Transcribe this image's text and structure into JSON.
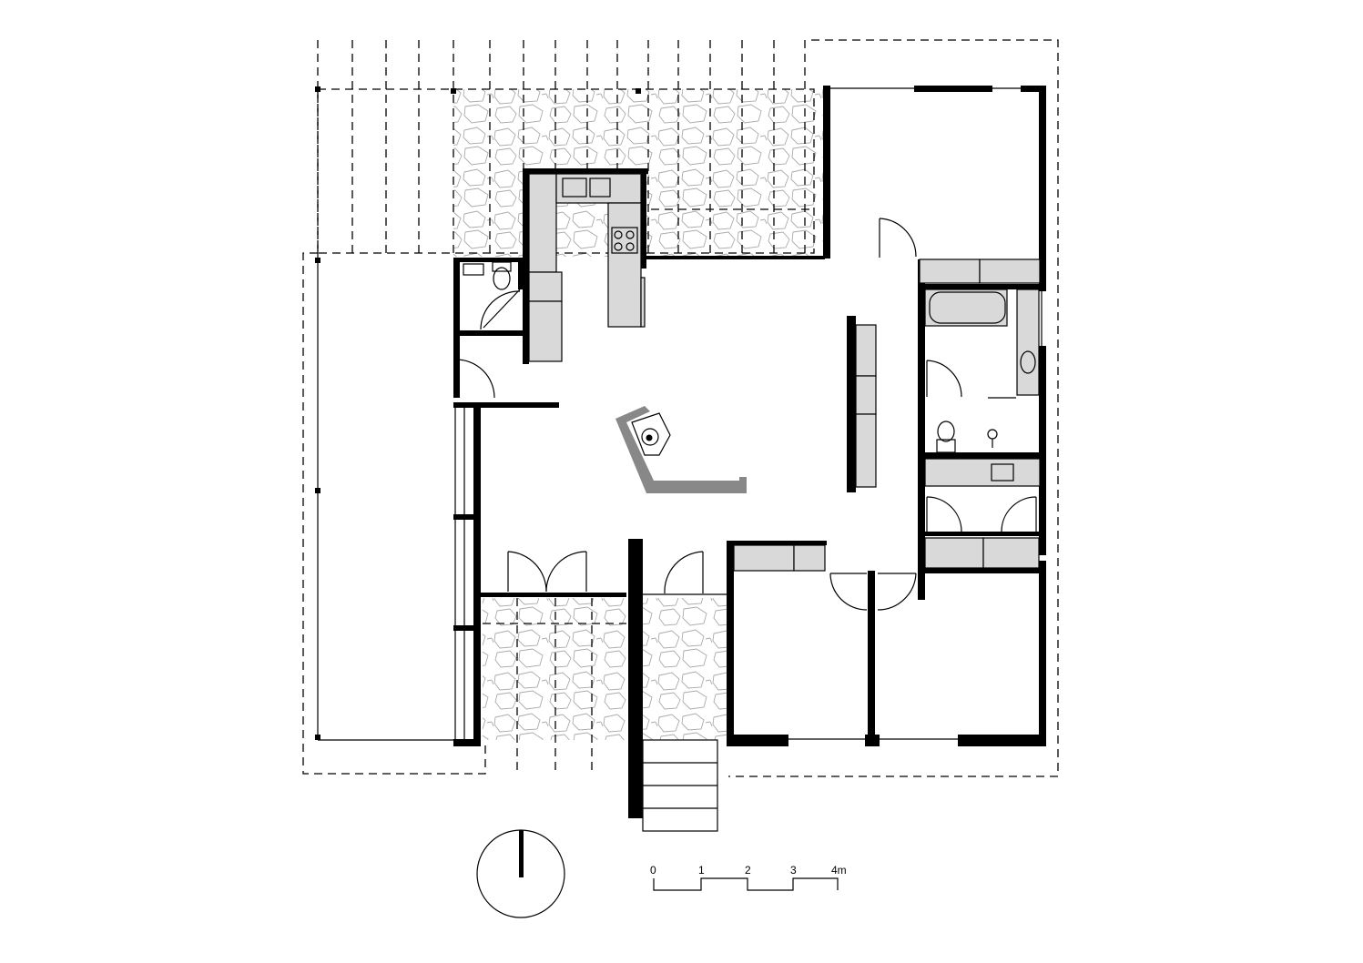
{
  "scale_bar": {
    "labels": [
      "0",
      "1",
      "2",
      "3",
      "4m"
    ]
  },
  "north_arrow": {
    "icon": "north-arrow-icon"
  },
  "colors": {
    "wall": "#000000",
    "fixture": "#d9d9d9",
    "paving": "#aaaaaa"
  }
}
